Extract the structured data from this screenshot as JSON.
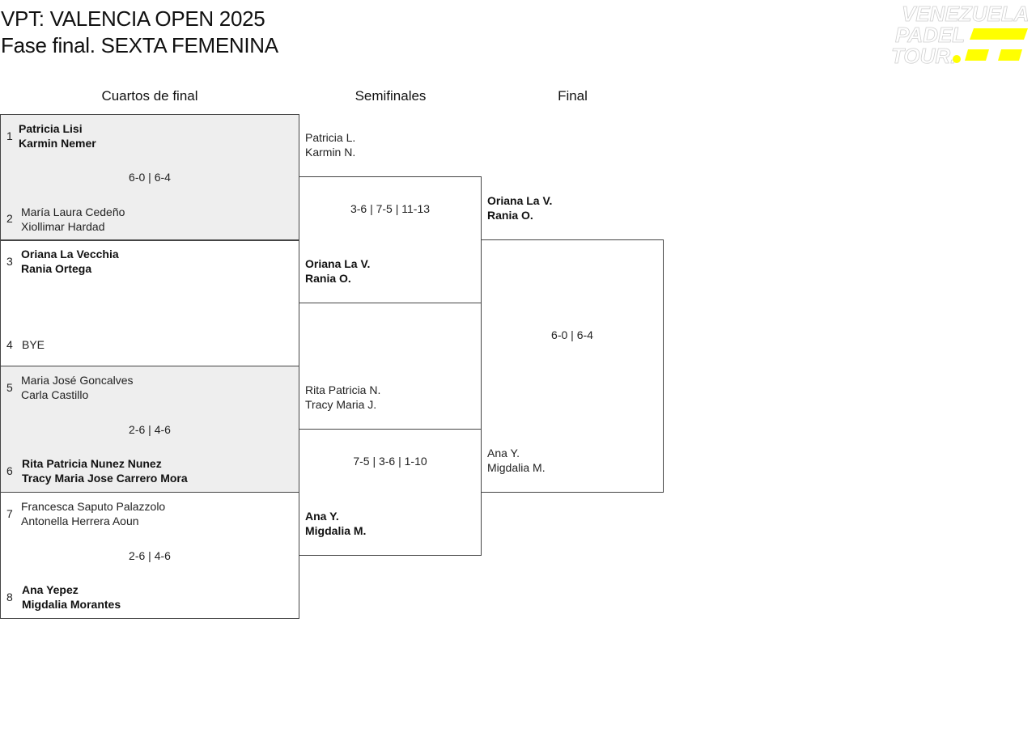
{
  "header": {
    "title_line1": "VPT: VALENCIA OPEN 2025",
    "title_line2": "Fase final. SEXTA FEMENINA",
    "logo": {
      "name": "venezuela-padel-tour-logo",
      "lines": [
        "VENEZUELA",
        "PADEL",
        "TOUR."
      ],
      "accent_color": "#ffff00"
    }
  },
  "rounds": {
    "quarterfinals": "Cuartos de final",
    "semifinals": "Semifinales",
    "final": "Final"
  },
  "quarterfinals": [
    {
      "score": "6-0 | 6-4",
      "team1": {
        "seed": "1",
        "p1": "Patricia Lisi",
        "p2": "Karmin Nemer",
        "winner": true
      },
      "team2": {
        "seed": "2",
        "p1": "María Laura Cedeño",
        "p2": "Xiollimar Hardad",
        "winner": false
      }
    },
    {
      "score": "",
      "team1": {
        "seed": "3",
        "p1": "Oriana La Vecchia",
        "p2": "Rania Ortega",
        "winner": true
      },
      "team2": {
        "seed": "4",
        "p1": "BYE",
        "p2": "",
        "winner": false
      }
    },
    {
      "score": "2-6 | 4-6",
      "team1": {
        "seed": "5",
        "p1": "Maria José Goncalves",
        "p2": "Carla Castillo",
        "winner": false
      },
      "team2": {
        "seed": "6",
        "p1": "Rita Patricia Nunez Nunez",
        "p2": "Tracy Maria Jose Carrero Mora",
        "winner": true
      }
    },
    {
      "score": "2-6 | 4-6",
      "team1": {
        "seed": "7",
        "p1": "Francesca Saputo Palazzolo",
        "p2": "Antonella Herrera Aoun",
        "winner": false
      },
      "team2": {
        "seed": "8",
        "p1": "Ana Yepez",
        "p2": "Migdalia Morantes",
        "winner": true
      }
    }
  ],
  "semifinals": [
    {
      "score": "3-6 | 7-5 | 11-13",
      "team1": {
        "p1": "Patricia L.",
        "p2": "Karmin N.",
        "winner": false
      },
      "team2": {
        "p1": "Oriana La V.",
        "p2": "Rania O.",
        "winner": true
      }
    },
    {
      "score": "7-5 | 3-6 | 1-10",
      "team1": {
        "p1": "Rita Patricia N.",
        "p2": "Tracy Maria J.",
        "winner": false
      },
      "team2": {
        "p1": "Ana Y.",
        "p2": "Migdalia M.",
        "winner": true
      }
    }
  ],
  "final": {
    "score": "6-0 | 6-4",
    "team1": {
      "p1": "Oriana La V.",
      "p2": "Rania O.",
      "winner": true
    },
    "team2": {
      "p1": "Ana Y.",
      "p2": "Migdalia M.",
      "winner": false
    }
  }
}
